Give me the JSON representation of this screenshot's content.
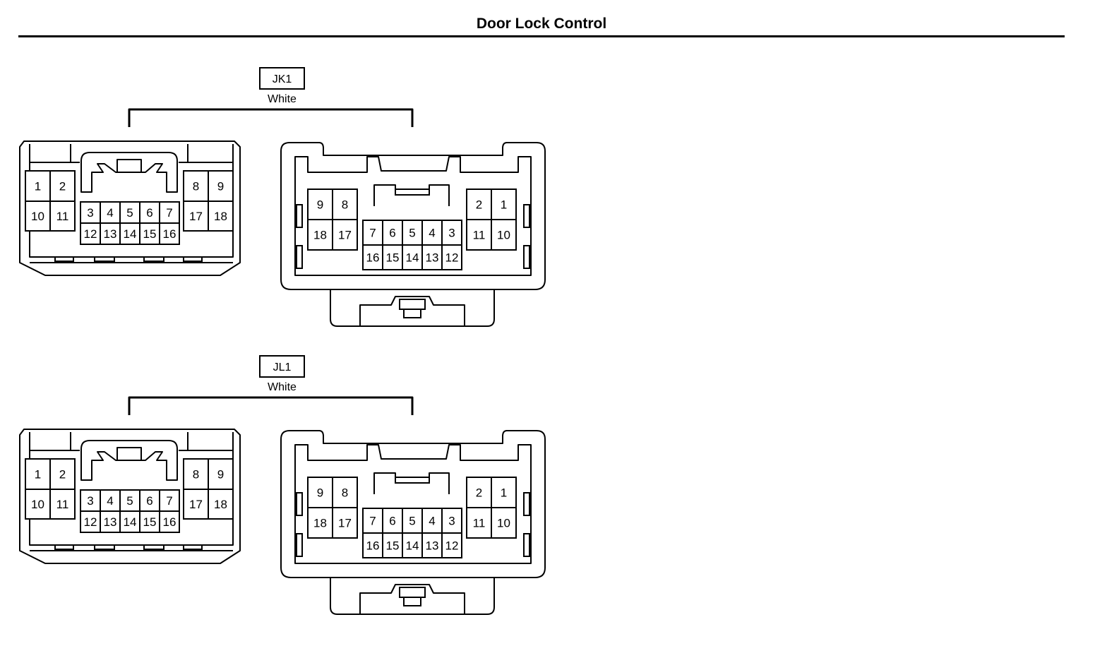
{
  "title": "Door Lock Control",
  "connectors": [
    {
      "code": "JK1",
      "color": "White",
      "male": {
        "left": [
          [
            "1",
            "2"
          ],
          [
            "10",
            "11"
          ]
        ],
        "center": [
          [
            "3",
            "4",
            "5",
            "6",
            "7"
          ],
          [
            "12",
            "13",
            "14",
            "15",
            "16"
          ]
        ],
        "right": [
          [
            "8",
            "9"
          ],
          [
            "17",
            "18"
          ]
        ]
      },
      "female": {
        "left": [
          [
            "9",
            "8"
          ],
          [
            "18",
            "17"
          ]
        ],
        "center": [
          [
            "7",
            "6",
            "5",
            "4",
            "3"
          ],
          [
            "16",
            "15",
            "14",
            "13",
            "12"
          ]
        ],
        "right": [
          [
            "2",
            "1"
          ],
          [
            "11",
            "10"
          ]
        ]
      }
    },
    {
      "code": "JL1",
      "color": "White",
      "male": {
        "left": [
          [
            "1",
            "2"
          ],
          [
            "10",
            "11"
          ]
        ],
        "center": [
          [
            "3",
            "4",
            "5",
            "6",
            "7"
          ],
          [
            "12",
            "13",
            "14",
            "15",
            "16"
          ]
        ],
        "right": [
          [
            "8",
            "9"
          ],
          [
            "17",
            "18"
          ]
        ]
      },
      "female": {
        "left": [
          [
            "9",
            "8"
          ],
          [
            "18",
            "17"
          ]
        ],
        "center": [
          [
            "7",
            "6",
            "5",
            "4",
            "3"
          ],
          [
            "16",
            "15",
            "14",
            "13",
            "12"
          ]
        ],
        "right": [
          [
            "2",
            "1"
          ],
          [
            "11",
            "10"
          ]
        ]
      }
    }
  ]
}
